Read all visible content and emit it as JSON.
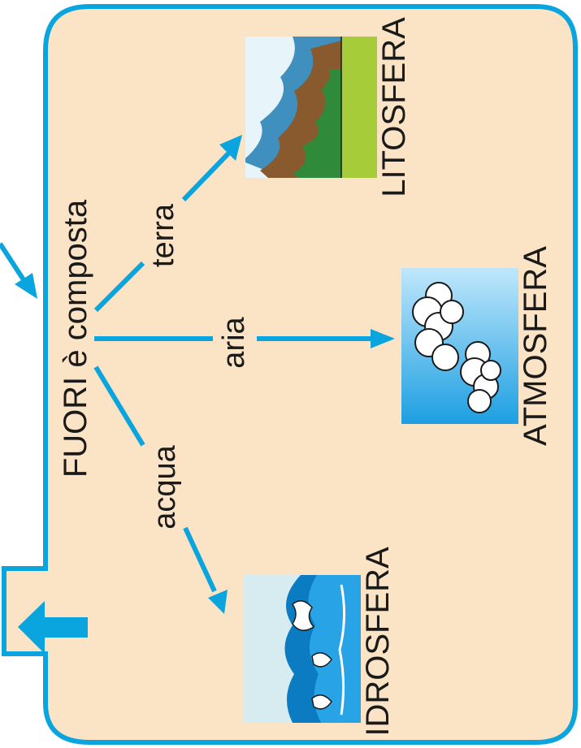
{
  "diagram": {
    "source_label": "FUORI è composta",
    "branches": {
      "terra": {
        "edge_label": "terra",
        "target_label": "LITOSFERA"
      },
      "aria": {
        "edge_label": "aria",
        "target_label": "ATMOSFERA"
      },
      "acqua": {
        "edge_label": "acqua",
        "target_label": "IDROSFERA"
      }
    }
  },
  "colors": {
    "background_panel": "#fbe3c5",
    "border": "#0aa4df",
    "arrow": "#0aa4df",
    "text": "#1a1a1a"
  },
  "icons": [
    "left-arrow-icon",
    "mountains-icon",
    "clouds-icon",
    "waves-icon"
  ]
}
